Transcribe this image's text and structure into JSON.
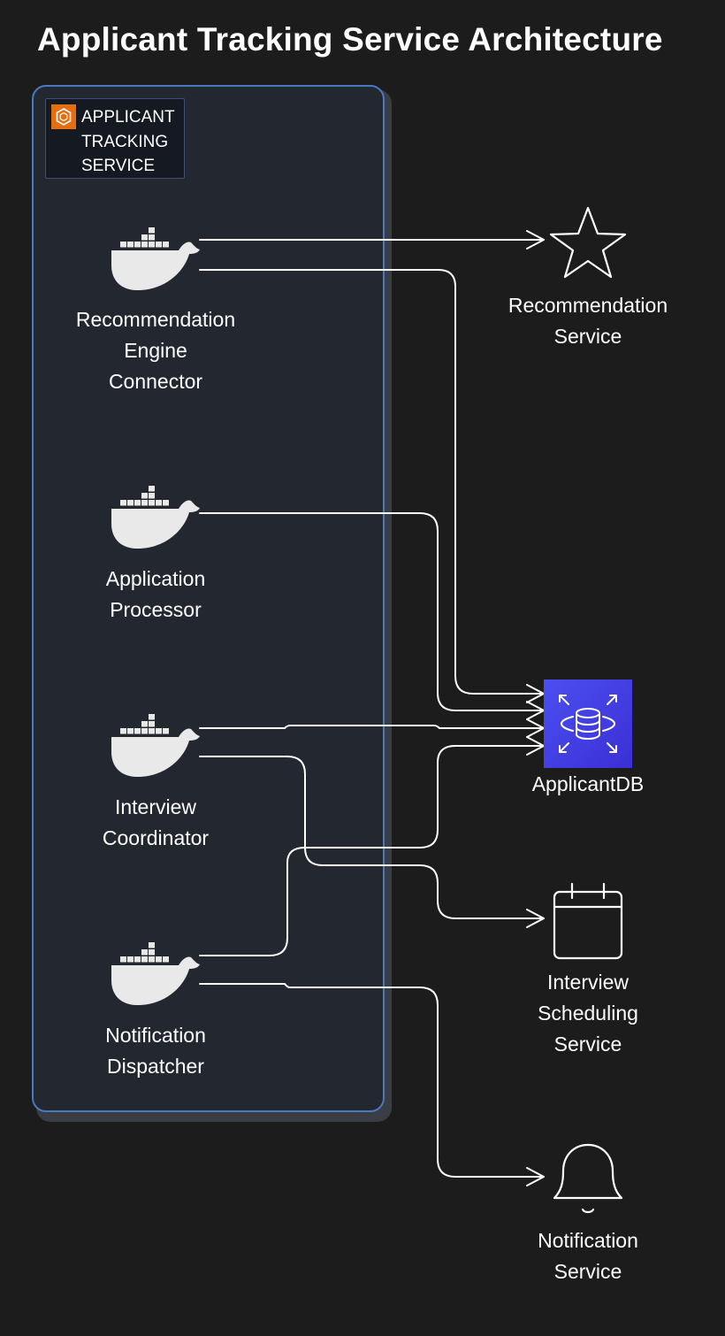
{
  "title": "Applicant Tracking Service Architecture",
  "group": {
    "label": "APPLICANT\nTRACKING\nSERVICE",
    "icon": "aws-ecs-icon",
    "border_color": "#4a78c2",
    "accent_color": "#e36f12"
  },
  "containers": [
    {
      "id": "recommendation-engine-connector",
      "label": "Recommendation\nEngine\nConnector",
      "icon": "docker-icon"
    },
    {
      "id": "application-processor",
      "label": "Application\nProcessor",
      "icon": "docker-icon"
    },
    {
      "id": "interview-coordinator",
      "label": "Interview\nCoordinator",
      "icon": "docker-icon"
    },
    {
      "id": "notification-dispatcher",
      "label": "Notification\nDispatcher",
      "icon": "docker-icon"
    }
  ],
  "services": [
    {
      "id": "recommendation-service",
      "label": "Recommendation\nService",
      "icon": "star-icon"
    },
    {
      "id": "applicant-db",
      "label": "ApplicantDB",
      "icon": "database-icon",
      "color": "#4b4ff0"
    },
    {
      "id": "interview-scheduling-service",
      "label": "Interview\nScheduling\nService",
      "icon": "calendar-icon"
    },
    {
      "id": "notification-service",
      "label": "Notification\nService",
      "icon": "bell-icon"
    }
  ],
  "edges": [
    {
      "from": "recommendation-engine-connector",
      "to": "recommendation-service"
    },
    {
      "from": "recommendation-engine-connector",
      "to": "applicant-db"
    },
    {
      "from": "application-processor",
      "to": "applicant-db"
    },
    {
      "from": "interview-coordinator",
      "to": "applicant-db"
    },
    {
      "from": "interview-coordinator",
      "to": "interview-scheduling-service"
    },
    {
      "from": "notification-dispatcher",
      "to": "applicant-db"
    },
    {
      "from": "notification-dispatcher",
      "to": "notification-service"
    }
  ]
}
